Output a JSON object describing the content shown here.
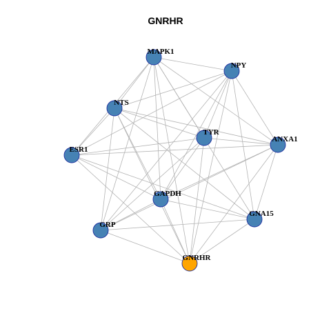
{
  "title": "GNRHR",
  "colors": {
    "node_default": "#4682b4",
    "node_highlight": "#ffa500",
    "node_stroke": "#1f2f9f",
    "edge": "#b3b3b3",
    "label": "#000000"
  },
  "nodes": [
    {
      "id": "MAPK1",
      "label": "MAPK1",
      "highlight": false
    },
    {
      "id": "NPY",
      "label": "NPY",
      "highlight": false
    },
    {
      "id": "NTS",
      "label": "NTS",
      "highlight": false
    },
    {
      "id": "TYR",
      "label": "TYR",
      "highlight": false
    },
    {
      "id": "ANXA1",
      "label": "ANXA1",
      "highlight": false
    },
    {
      "id": "ESR1",
      "label": "ESR1",
      "highlight": false
    },
    {
      "id": "GAPDH",
      "label": "GAPDH",
      "highlight": false
    },
    {
      "id": "GNA15",
      "label": "GNA15",
      "highlight": false
    },
    {
      "id": "GRP",
      "label": "GRP",
      "highlight": false
    },
    {
      "id": "GNRHR",
      "label": "GNRHR",
      "highlight": true
    }
  ],
  "edges": [
    [
      "MAPK1",
      "NPY"
    ],
    [
      "MAPK1",
      "NTS"
    ],
    [
      "MAPK1",
      "TYR"
    ],
    [
      "MAPK1",
      "ANXA1"
    ],
    [
      "MAPK1",
      "ESR1"
    ],
    [
      "MAPK1",
      "GAPDH"
    ],
    [
      "MAPK1",
      "GNA15"
    ],
    [
      "MAPK1",
      "GRP"
    ],
    [
      "MAPK1",
      "GNRHR"
    ],
    [
      "NPY",
      "NTS"
    ],
    [
      "NPY",
      "TYR"
    ],
    [
      "NPY",
      "ANXA1"
    ],
    [
      "NPY",
      "ESR1"
    ],
    [
      "NPY",
      "GAPDH"
    ],
    [
      "NPY",
      "GNA15"
    ],
    [
      "NPY",
      "GRP"
    ],
    [
      "NPY",
      "GNRHR"
    ],
    [
      "NTS",
      "TYR"
    ],
    [
      "NTS",
      "ANXA1"
    ],
    [
      "NTS",
      "ESR1"
    ],
    [
      "NTS",
      "GAPDH"
    ],
    [
      "NTS",
      "GNA15"
    ],
    [
      "NTS",
      "GRP"
    ],
    [
      "NTS",
      "GNRHR"
    ],
    [
      "TYR",
      "ANXA1"
    ],
    [
      "TYR",
      "ESR1"
    ],
    [
      "TYR",
      "GAPDH"
    ],
    [
      "TYR",
      "GRP"
    ],
    [
      "TYR",
      "GNRHR"
    ],
    [
      "ANXA1",
      "ESR1"
    ],
    [
      "ANXA1",
      "GAPDH"
    ],
    [
      "ANXA1",
      "GNA15"
    ],
    [
      "ANXA1",
      "GRP"
    ],
    [
      "ANXA1",
      "GNRHR"
    ],
    [
      "ESR1",
      "GAPDH"
    ],
    [
      "ESR1",
      "GNA15"
    ],
    [
      "ESR1",
      "GNRHR"
    ],
    [
      "GAPDH",
      "GNA15"
    ],
    [
      "GAPDH",
      "GRP"
    ],
    [
      "GAPDH",
      "GNRHR"
    ],
    [
      "GNA15",
      "GRP"
    ],
    [
      "GNA15",
      "GNRHR"
    ],
    [
      "GRP",
      "GNRHR"
    ]
  ]
}
